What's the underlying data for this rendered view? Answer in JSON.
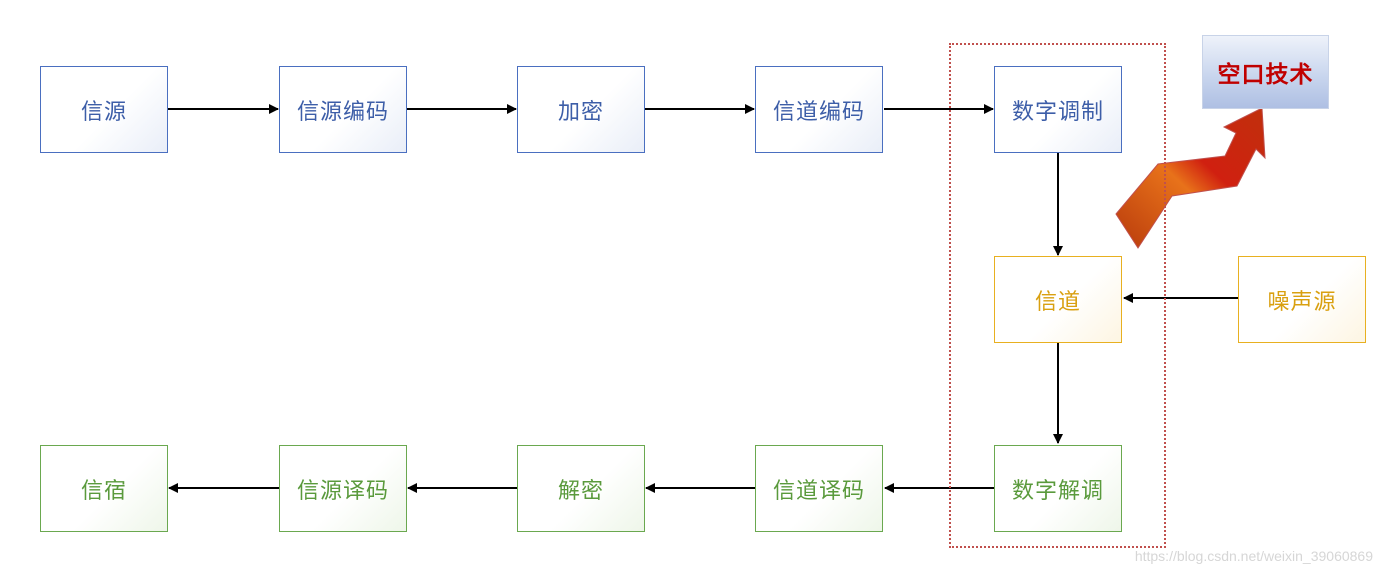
{
  "nodes": {
    "source": "信源",
    "source_encoding": "信源编码",
    "encryption": "加密",
    "channel_encoding": "信道编码",
    "digital_modulation": "数字调制",
    "channel": "信道",
    "noise_source": "噪声源",
    "digital_demodulation": "数字解调",
    "channel_decoding": "信道译码",
    "decryption": "解密",
    "source_decoding": "信源译码",
    "sink": "信宿"
  },
  "air_interface_label": "空口技术",
  "watermark": "https://blog.csdn.net/weixin_39060869",
  "colors": {
    "tx_border": "#4a6fc0",
    "rx_border": "#6aa84f",
    "channel_border": "#e8b020",
    "air_text": "#c00000",
    "region_border": "#c0504d"
  },
  "icons": [
    "zigzag-arrow-icon"
  ]
}
